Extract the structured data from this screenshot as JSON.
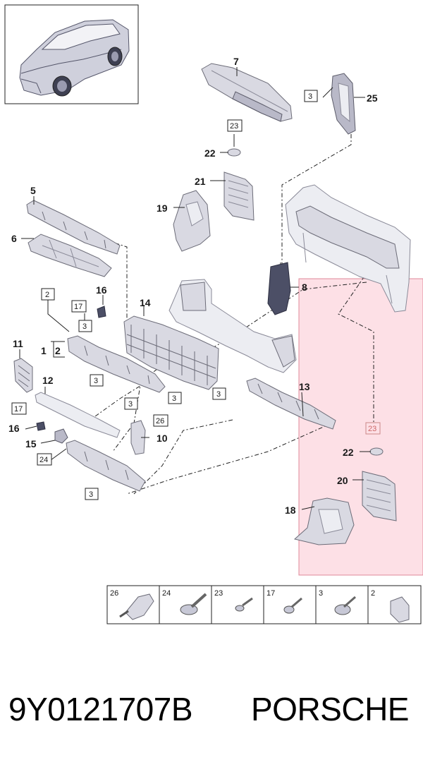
{
  "callouts": {
    "c7": "7",
    "c25": "25",
    "c22a": "22",
    "c21": "21",
    "c19": "19",
    "c5": "5",
    "c6": "6",
    "c8": "8",
    "c16a": "16",
    "c14": "14",
    "c11": "11",
    "c1": "1",
    "c2b": "2",
    "c12": "12",
    "c13": "13",
    "c16b": "16",
    "c10": "10",
    "c15": "15",
    "c22b": "22",
    "c20": "20",
    "c18": "18"
  },
  "boxes": {
    "b3_top": "3",
    "b23_top": "23",
    "b2": "2",
    "b17a": "17",
    "b3a": "3",
    "b3b": "3",
    "b3c": "3",
    "b3d": "3",
    "b3e": "3",
    "b17b": "17",
    "b26": "26",
    "b24": "24",
    "b3f": "3",
    "b23_red": "23"
  },
  "legend": [
    "26",
    "24",
    "23",
    "17",
    "3",
    "2"
  ],
  "colors": {
    "highlight_fill": "#fde0e6",
    "highlight_border": "#e08898"
  },
  "footer": {
    "part_number": "9Y0121707B",
    "brand": "PORSCHE"
  }
}
